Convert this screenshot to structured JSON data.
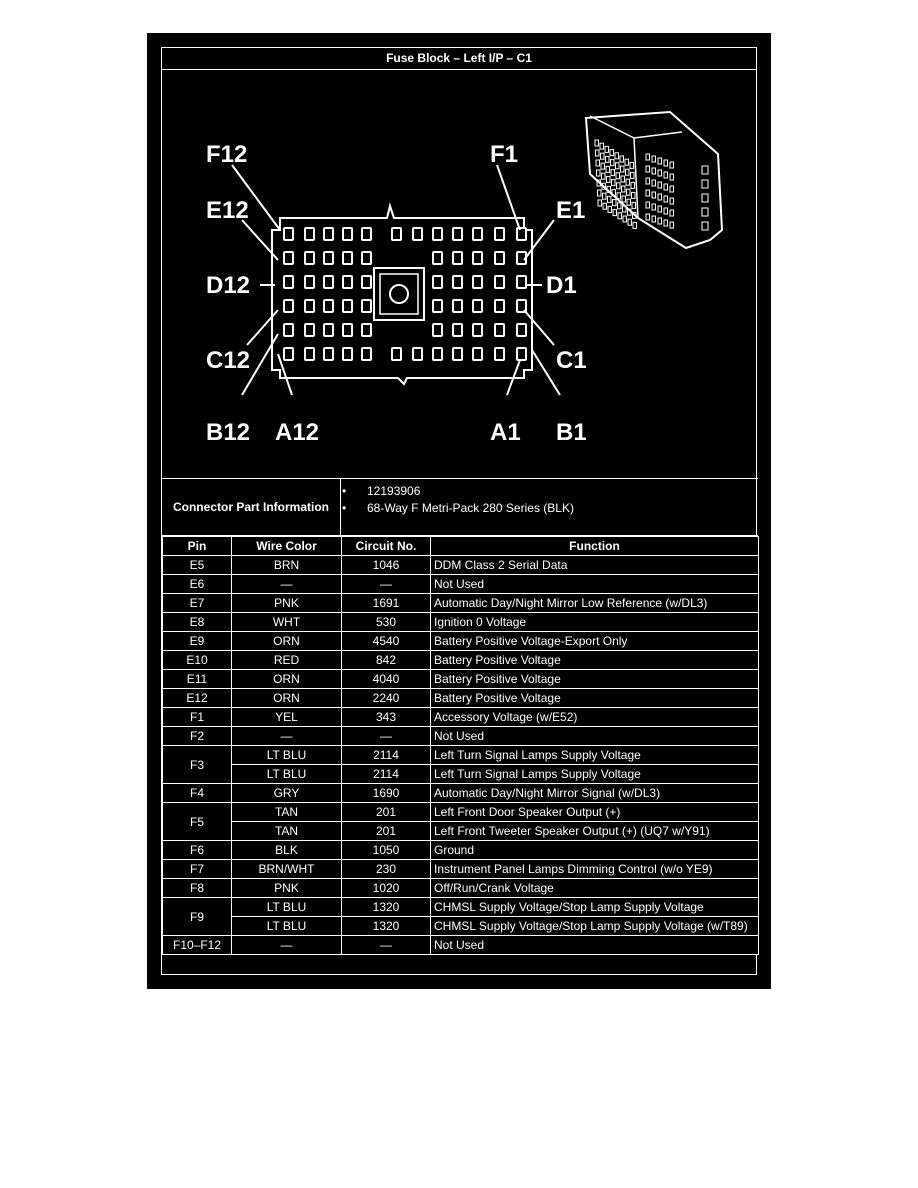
{
  "title": "Fuse Block – Left I/P – C1",
  "diagram": {
    "labels": {
      "f12": "F12",
      "f1": "F1",
      "e12": "E12",
      "e1": "E1",
      "d12": "D12",
      "d1": "D1",
      "c12": "C12",
      "c1": "C1",
      "b12": "B12",
      "a12": "A12",
      "a1": "A1",
      "b1": "B1"
    }
  },
  "connector_info": {
    "label": "Connector Part Information",
    "items": [
      "12193906",
      "68-Way F Metri-Pack 280 Series (BLK)"
    ]
  },
  "table": {
    "headers": [
      "Pin",
      "Wire Color",
      "Circuit No.",
      "Function"
    ],
    "rows": [
      {
        "pin": "E5",
        "color": "BRN",
        "circuit": "1046",
        "function": "DDM Class 2 Serial Data"
      },
      {
        "pin": "E6",
        "color": "—",
        "circuit": "—",
        "function": "Not Used"
      },
      {
        "pin": "E7",
        "color": "PNK",
        "circuit": "1691",
        "function": "Automatic Day/Night Mirror Low Reference (w/DL3)"
      },
      {
        "pin": "E8",
        "color": "WHT",
        "circuit": "530",
        "function": "Ignition 0 Voltage"
      },
      {
        "pin": "E9",
        "color": "ORN",
        "circuit": "4540",
        "function": "Battery Positive Voltage-Export Only"
      },
      {
        "pin": "E10",
        "color": "RED",
        "circuit": "842",
        "function": "Battery Positive Voltage"
      },
      {
        "pin": "E11",
        "color": "ORN",
        "circuit": "4040",
        "function": "Battery Positive Voltage"
      },
      {
        "pin": "E12",
        "color": "ORN",
        "circuit": "2240",
        "function": "Battery Positive Voltage"
      },
      {
        "pin": "F1",
        "color": "YEL",
        "circuit": "343",
        "function": "Accessory Voltage (w/E52)"
      },
      {
        "pin": "F2",
        "color": "—",
        "circuit": "—",
        "function": "Not Used"
      },
      {
        "pin": "F3",
        "color": "LT BLU",
        "circuit": "2114",
        "function": "Left Turn Signal Lamps Supply Voltage"
      },
      {
        "pin": "",
        "color": "LT BLU",
        "circuit": "2114",
        "function": "Left Turn Signal Lamps Supply Voltage"
      },
      {
        "pin": "F4",
        "color": "GRY",
        "circuit": "1690",
        "function": "Automatic Day/Night Mirror Signal (w/DL3)"
      },
      {
        "pin": "F5",
        "color": "TAN",
        "circuit": "201",
        "function": "Left Front Door Speaker Output (+)"
      },
      {
        "pin": "",
        "color": "TAN",
        "circuit": "201",
        "function": "Left Front Tweeter Speaker Output (+) (UQ7 w/Y91)"
      },
      {
        "pin": "F6",
        "color": "BLK",
        "circuit": "1050",
        "function": "Ground"
      },
      {
        "pin": "F7",
        "color": "BRN/WHT",
        "circuit": "230",
        "function": "Instrument Panel Lamps Dimming Control (w/o YE9)"
      },
      {
        "pin": "F8",
        "color": "PNK",
        "circuit": "1020",
        "function": "Off/Run/Crank Voltage"
      },
      {
        "pin": "F9",
        "color": "LT BLU",
        "circuit": "1320",
        "function": "CHMSL Supply Voltage/Stop Lamp Supply Voltage"
      },
      {
        "pin": "",
        "color": "LT BLU",
        "circuit": "1320",
        "function": "CHMSL Supply Voltage/Stop Lamp Supply Voltage (w/T89)"
      },
      {
        "pin": "F10–F12",
        "color": "—",
        "circuit": "—",
        "function": "Not Used"
      }
    ]
  }
}
